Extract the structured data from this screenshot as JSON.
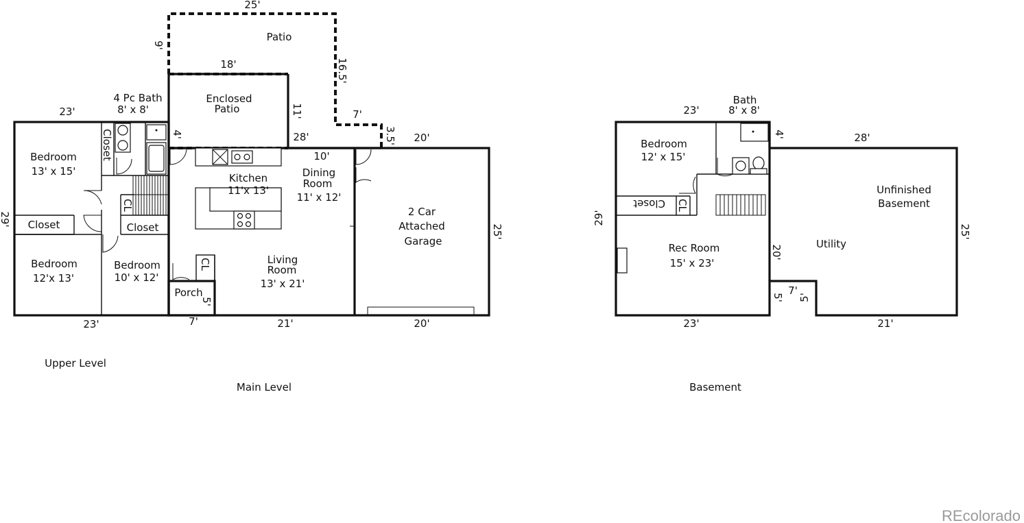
{
  "upper": {
    "caption": "Upper Level",
    "rooms": {
      "bedroom1": [
        "Bedroom",
        "13' x 15'"
      ],
      "bath": [
        "4 Pc Bath",
        "8' x 8'"
      ],
      "closet_a": "Closet",
      "closet_b": "Closet",
      "closet_c": "Closet",
      "cl": "CL",
      "bedroom2": [
        "Bedroom",
        "12'x 13'"
      ],
      "bedroom3": [
        "Bedroom",
        "10' x 12'"
      ]
    },
    "dims": {
      "top": "23'",
      "left": "29'",
      "bottom": "23'",
      "bath_side": "4'"
    }
  },
  "main": {
    "caption": "Main Level",
    "rooms": {
      "patio": "Patio",
      "enclosed_patio": [
        "Enclosed",
        "Patio"
      ],
      "kitchen": [
        "Kitchen",
        "11'x 13'"
      ],
      "dining": [
        "Dining",
        "Room",
        "11' x 12'"
      ],
      "living": [
        "Living",
        "Room",
        "13' x 21'"
      ],
      "porch": "Porch",
      "cl": "CL",
      "garage": [
        "2 Car",
        "Attached",
        "Garage"
      ]
    },
    "dims": {
      "patio_top": "25'",
      "patio_left": "9'",
      "patio_right": "16.5'",
      "enclosed_top": "18'",
      "enclosed_right": "11'",
      "step": "7'",
      "step_v": "3.5'",
      "main_top": "28'",
      "dining_top": "10'",
      "garage_top": "20'",
      "garage_right": "25'",
      "porch_side": "5'",
      "bottom_porch": "7'",
      "bottom_main": "21'",
      "bottom_garage": "20'"
    }
  },
  "basement": {
    "caption": "Basement",
    "rooms": {
      "bath": [
        "Bath",
        "8' x 8'"
      ],
      "bedroom": [
        "Bedroom",
        "12' x 15'"
      ],
      "closet": "Closet",
      "cl": "CL",
      "rec": [
        "Rec Room",
        "15'  x  23'"
      ],
      "unfinished": [
        "Unfinished",
        "Basement"
      ],
      "utility": "Utility"
    },
    "dims": {
      "top_left": "23'",
      "bath_side": "4'",
      "top_right": "28'",
      "left": "29'",
      "mid": "20'",
      "right": "25'",
      "notch_top": "7'",
      "notch_left": "5'",
      "notch_right": "5'",
      "bottom_left": "23'",
      "bottom_right": "21'"
    }
  },
  "watermark": "REcolorado"
}
